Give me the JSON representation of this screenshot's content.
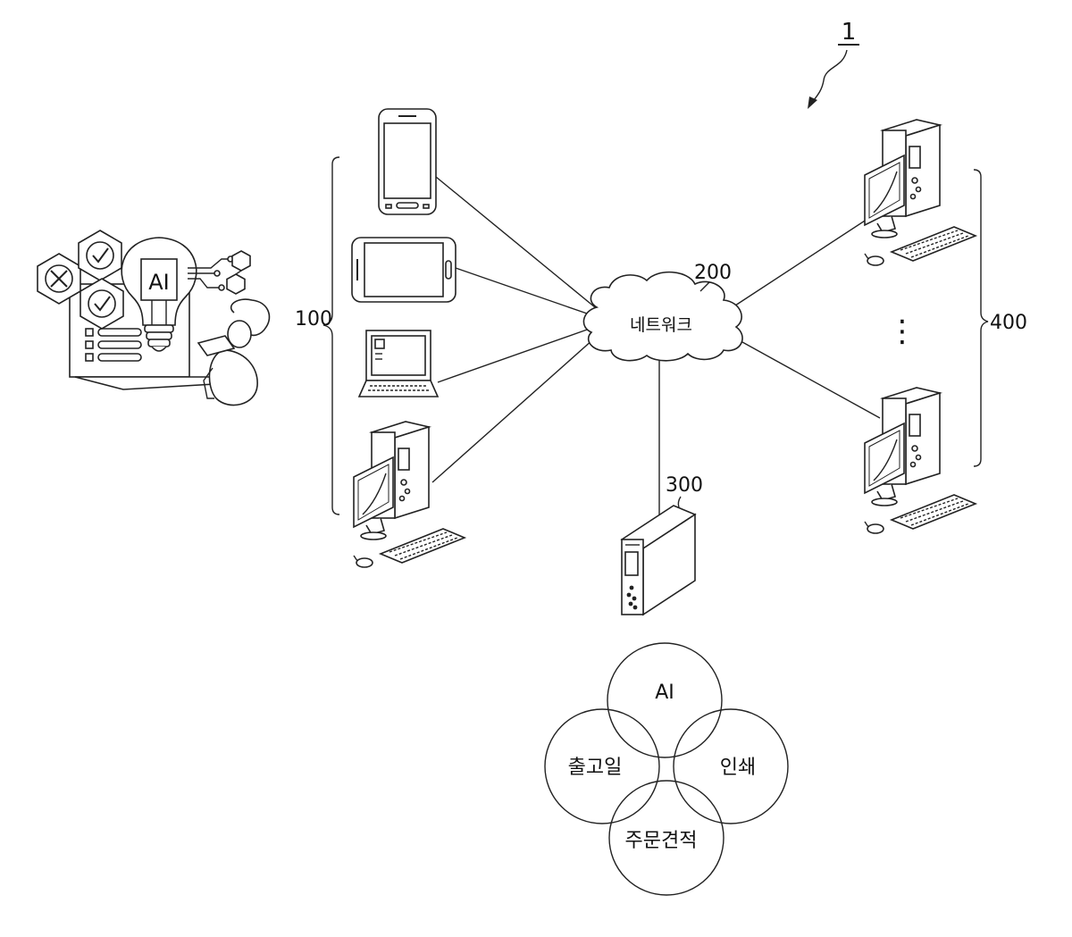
{
  "system": {
    "ref": "1"
  },
  "groups": {
    "user_terminals_ref": "100",
    "partner_terminals_ref": "400"
  },
  "network": {
    "ref": "200",
    "label": "네트워크"
  },
  "server": {
    "ref": "300"
  },
  "venn": {
    "top": "AI",
    "left": "출고일",
    "right": "인쇄",
    "bottom": "주문견적"
  },
  "illustration": {
    "bulb_text": "AI"
  },
  "ellipsis": "⋮"
}
